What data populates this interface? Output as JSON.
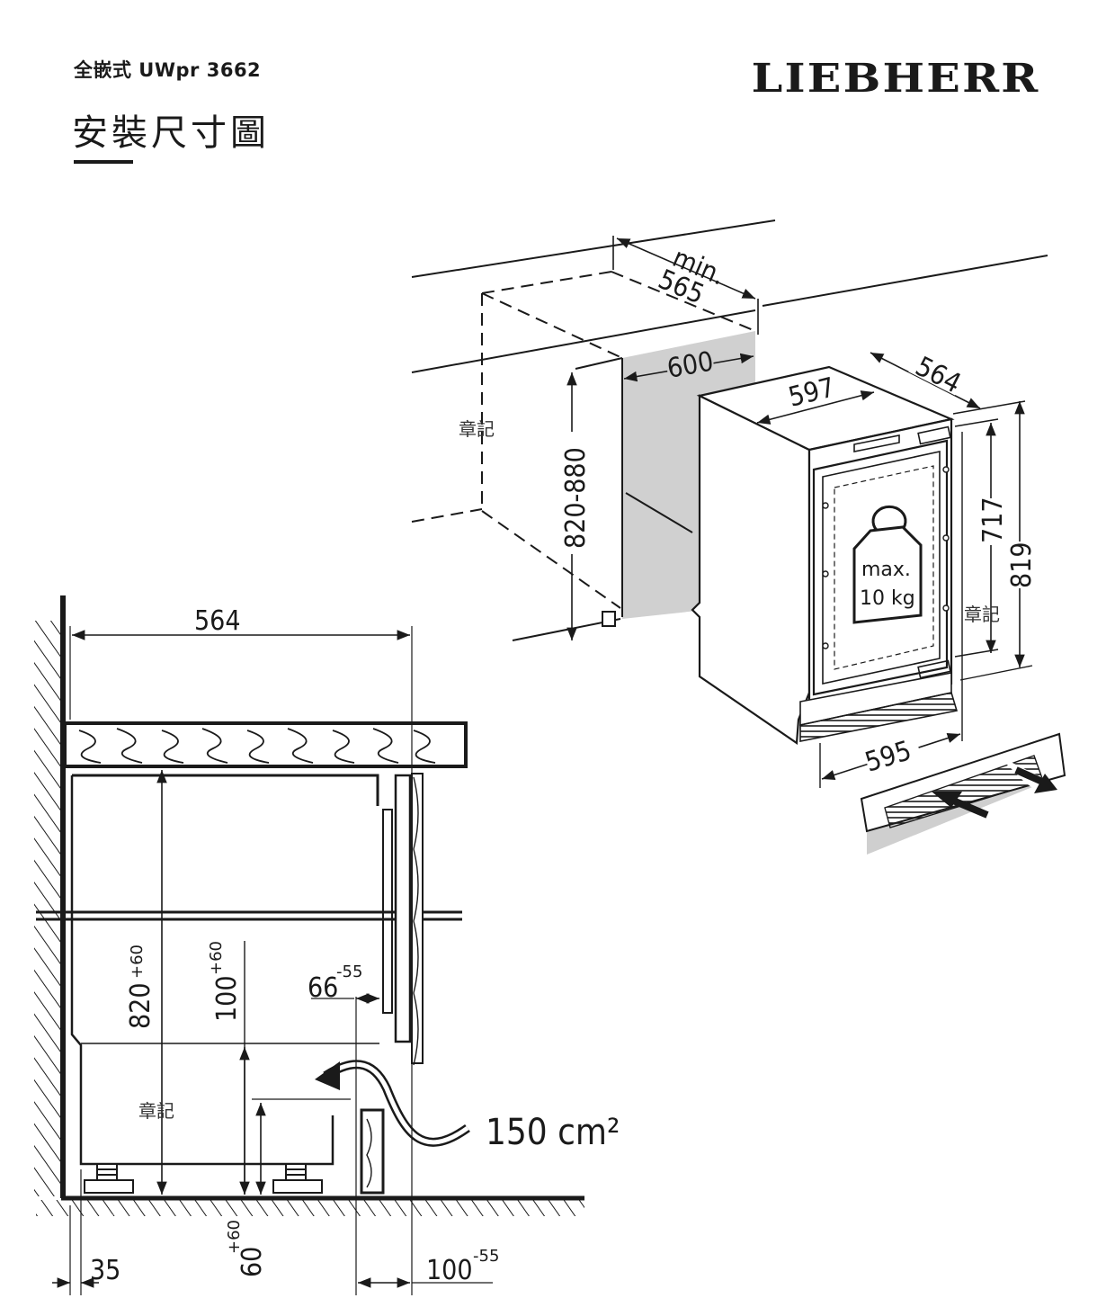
{
  "header": {
    "subtitle": "全嵌式 UWpr 3662",
    "title": "安裝尺寸圖",
    "brand": "LIEBHERR"
  },
  "niche": {
    "dim_depth_min_label": "min.",
    "dim_depth_min_value": "565",
    "dim_width": "600",
    "dim_height": "820-880",
    "note": "章記"
  },
  "appliance": {
    "dim_width_top": "597",
    "dim_depth": "564",
    "dim_door_height": "717",
    "dim_total_height": "819",
    "dim_width_bottom": "595",
    "weight_label_line1": "max.",
    "weight_label_line2": "10 kg",
    "note": "章記"
  },
  "section": {
    "dim_depth": "564",
    "dim_height": "820",
    "dim_height_tol": "+60",
    "dim_plinth_height": "100",
    "dim_plinth_height_tol": "+60",
    "dim_plinth_offset": "66",
    "dim_plinth_offset_tol": "-55",
    "vent_area": "150 cm²",
    "dim_foot_height": "60",
    "dim_foot_height_tol": "+60",
    "dim_foot_offset": "35",
    "dim_plinth_depth": "100",
    "dim_plinth_depth_tol": "-55",
    "note": "章記"
  }
}
